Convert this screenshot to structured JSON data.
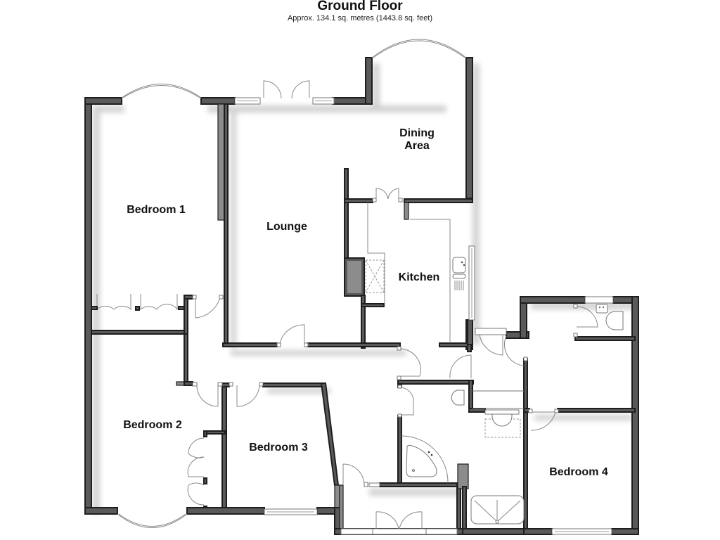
{
  "header": {
    "title": "Ground Floor",
    "area": "Approx. 134.1 sq. metres (1443.8 sq. feet)"
  },
  "rooms": [
    {
      "id": "bedroom-1",
      "label": "Bedroom 1"
    },
    {
      "id": "lounge",
      "label": "Lounge"
    },
    {
      "id": "dining-area",
      "label_line1": "Dining",
      "label_line2": "Area"
    },
    {
      "id": "kitchen",
      "label": "Kitchen"
    },
    {
      "id": "bedroom-2",
      "label": "Bedroom 2"
    },
    {
      "id": "bedroom-3",
      "label": "Bedroom 3"
    },
    {
      "id": "bedroom-4",
      "label": "Bedroom 4"
    }
  ],
  "colors": {
    "wall_fill": "#5a5a5a",
    "wall_outline": "#1e1e1e",
    "light_wall": "#8c8c8c",
    "fixture_line": "#777777",
    "background": "#ffffff"
  }
}
